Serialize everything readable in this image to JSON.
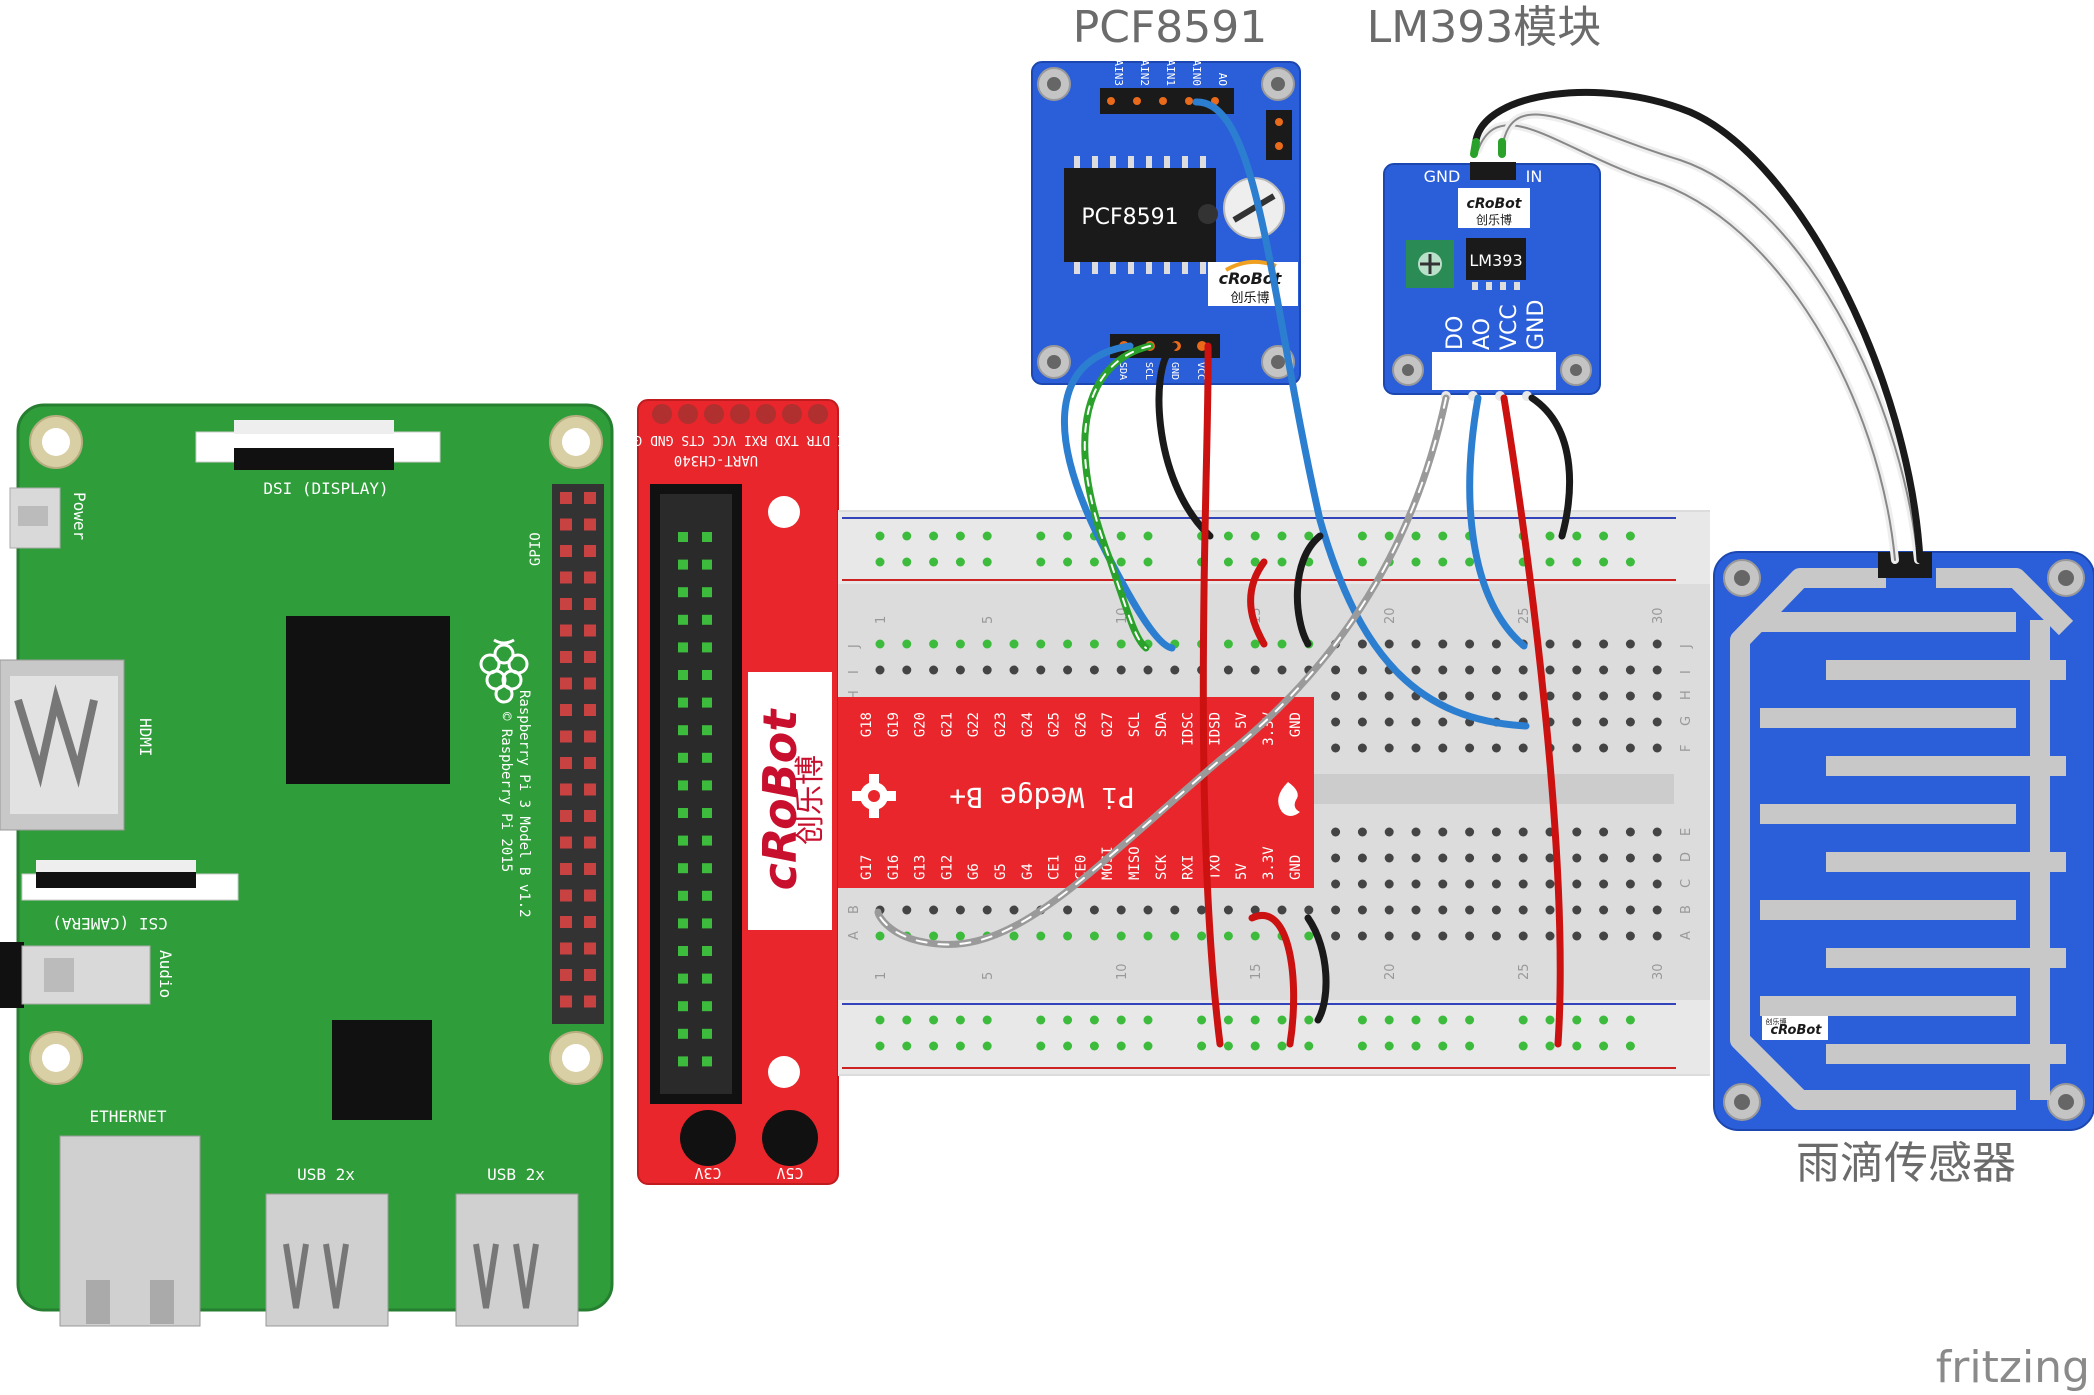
{
  "captions": {
    "pcf": "PCF8591",
    "lm393": "LM393模块",
    "rain": "雨滴传感器",
    "brand": "fritzing"
  },
  "rpi": {
    "dsi": "DSI (DISPLAY)",
    "power": "Power",
    "gpio": "GPIO",
    "hdmi": "HDMI",
    "csi": "CSI (CAMERA)",
    "audio": "Audio",
    "model": "Raspberry Pi 3 Model B v1.2",
    "copyright": "© Raspberry Pi 2015",
    "ethernet": "ETHERNET",
    "usb1": "USB 2x",
    "usb2": "USB 2x"
  },
  "uart": {
    "pins": "BLK DTR TXD RXI VCC CTS GND GRN",
    "title": "UART-CH340",
    "brand": "cRoBot",
    "brand_cn": "创乐博",
    "c3v": "C3V",
    "c5v": "C5V"
  },
  "wedge": {
    "title": "Pi Wedge B+",
    "top_pins": [
      "G18",
      "G19",
      "G20",
      "G21",
      "G22",
      "G23",
      "G24",
      "G25",
      "G26",
      "G27",
      "SCL",
      "SDA",
      "IDSC",
      "IDSD",
      "5V",
      "3.3V",
      "GND"
    ],
    "bottom_pins": [
      "G17",
      "G16",
      "G13",
      "G12",
      "G6",
      "G5",
      "G4",
      "CE1",
      "CE0",
      "MOSI",
      "MISO",
      "SCK",
      "RXI",
      "TXO",
      "5V",
      "3.3V",
      "GND"
    ]
  },
  "breadboard": {
    "cols_top": [
      "1",
      "5",
      "10",
      "15",
      "20",
      "25",
      "30"
    ],
    "rows_upper": [
      "J",
      "I",
      "H",
      "G",
      "F"
    ],
    "rows_lower": [
      "E",
      "D",
      "C",
      "B",
      "A"
    ]
  },
  "pcf8591": {
    "chip": "PCF8591",
    "top_pins": [
      "AIN3",
      "AIN2",
      "AIN1",
      "AIN0",
      "AO"
    ],
    "bottom_pins": [
      "SDA",
      "SCL",
      "GND",
      "VCC"
    ],
    "brand": "cRoBot",
    "brand_cn": "创乐博"
  },
  "lm393": {
    "gnd": "GND",
    "in": "IN",
    "chip": "LM393",
    "brand": "cRoBot",
    "brand_cn": "创乐博",
    "pins": [
      "DO",
      "AO",
      "VCC",
      "GND"
    ]
  },
  "rain_sensor": {
    "brand": "cRoBot",
    "brand_cn": "创乐博"
  },
  "colors": {
    "pi_green": "#2f9e3a",
    "uart_red": "#e8262b",
    "module_blue": "#2b5fd9",
    "wire_red": "#cc1111",
    "wire_black": "#1a1a1a",
    "wire_blue": "#2c7fd0",
    "wire_green": "#2aa12a",
    "wire_gray": "#9a9a9a"
  }
}
